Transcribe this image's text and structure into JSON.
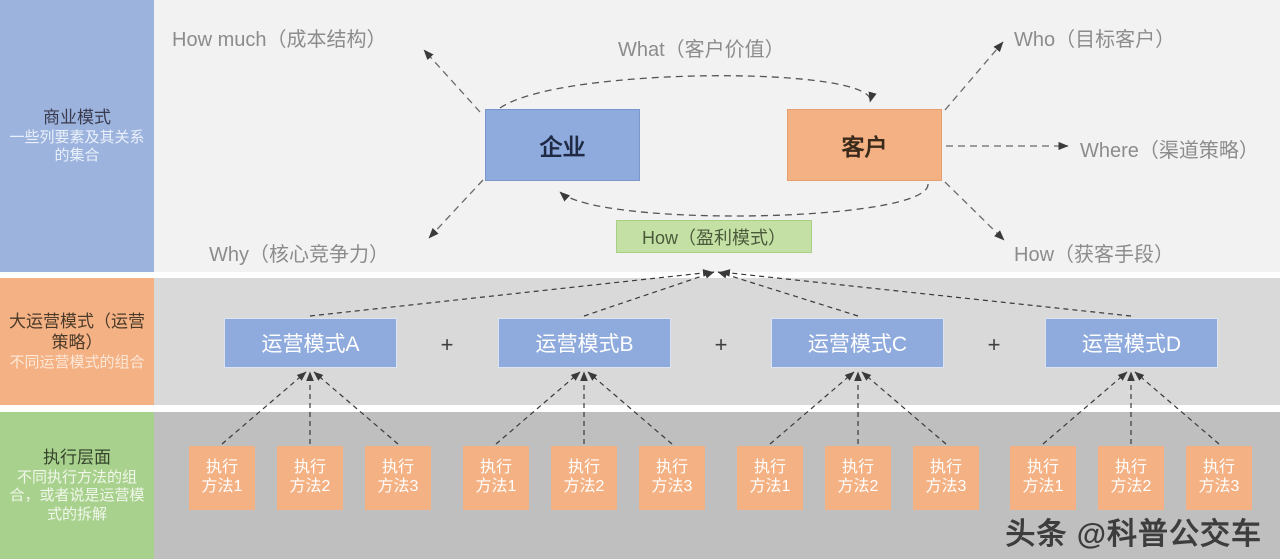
{
  "diagram": {
    "title_watermark": "头条 @科普公交车",
    "bands": [
      {
        "id": "business",
        "sidebar_title": "商业模式",
        "sidebar_subtitle": "一些列要素及其关系的集合",
        "band_color": "#f2f2f2",
        "sidebar_color": "#9cb3de"
      },
      {
        "id": "operations",
        "sidebar_title": "大运营模式（运营策略）",
        "sidebar_subtitle": "不同运营模式的组合",
        "band_color": "#d9d9d9",
        "sidebar_color": "#f4b183"
      },
      {
        "id": "execution",
        "sidebar_title": "执行层面",
        "sidebar_subtitle": "不同执行方法的组合，或者说是运营模式的拆解",
        "band_color": "#bfbfbf",
        "sidebar_color": "#a9d18e"
      }
    ],
    "business_layer": {
      "enterprise_box": "企业",
      "customer_box": "客户",
      "profit_box": "How（盈利模式）",
      "annotations": {
        "how_much": "How much（成本结构）",
        "what": "What（客户价值）",
        "who": "Who（目标客户）",
        "where": "Where（渠道策略）",
        "why": "Why（核心竞争力）",
        "how_acquire": "How（获客手段）"
      },
      "colors": {
        "enterprise": "#8faadc",
        "customer": "#f4b183",
        "profit": "#c5e0a5"
      }
    },
    "operations_layer": {
      "boxes": [
        "运营模式A",
        "运营模式B",
        "运营模式C",
        "运营模式D"
      ],
      "separator": "+",
      "box_color": "#8faadc"
    },
    "execution_layer": {
      "groups": [
        {
          "parent": "运营模式A",
          "items": [
            {
              "line1": "执行",
              "line2": "方法1"
            },
            {
              "line1": "执行",
              "line2": "方法2"
            },
            {
              "line1": "执行",
              "line2": "方法3"
            }
          ]
        },
        {
          "parent": "运营模式B",
          "items": [
            {
              "line1": "执行",
              "line2": "方法1"
            },
            {
              "line1": "执行",
              "line2": "方法2"
            },
            {
              "line1": "执行",
              "line2": "方法3"
            }
          ]
        },
        {
          "parent": "运营模式C",
          "items": [
            {
              "line1": "执行",
              "line2": "方法1"
            },
            {
              "line1": "执行",
              "line2": "方法2"
            },
            {
              "line1": "执行",
              "line2": "方法3"
            }
          ]
        },
        {
          "parent": "运营模式D",
          "items": [
            {
              "line1": "执行",
              "line2": "方法1"
            },
            {
              "line1": "执行",
              "line2": "方法2"
            },
            {
              "line1": "执行",
              "line2": "方法3"
            }
          ]
        }
      ],
      "box_color": "#f4b183"
    }
  }
}
